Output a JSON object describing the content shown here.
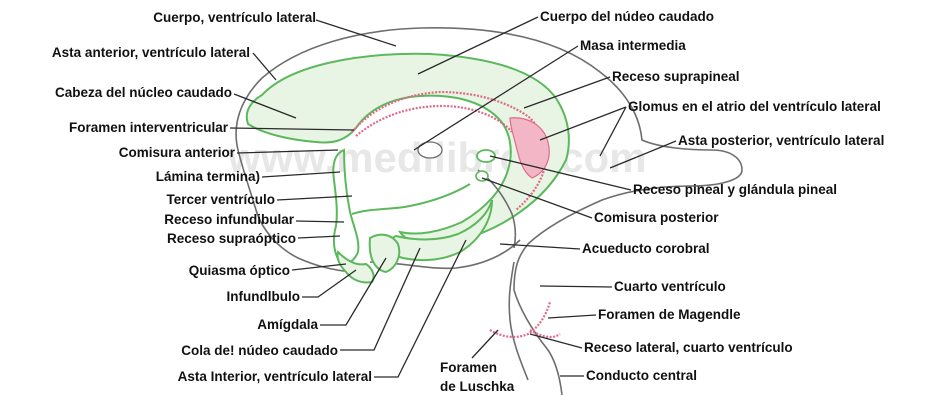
{
  "watermark": "www.medilibros.com",
  "labels_left": {
    "cuerpo_ventriculo_lateral": "Cuerpo, ventrículo lateral",
    "asta_anterior": "Asta anterior, ventrículo lateral",
    "cabeza_caudado": "Cabeza del núcleo caudado",
    "foramen_interventricular": "Foramen interventricular",
    "comisura_anterior": "Comisura anterior",
    "lamina_terminal": "Lámina termina)",
    "tercer_ventriculo": "Tercer ventrículo",
    "receso_infundibular": "Receso infundibular",
    "receso_supraoptico": "Receso supraóptico",
    "quiasma_optico": "Quiasma óptico",
    "infundibulo": "Infundlbulo",
    "amigdala": "Amígdala",
    "cola_caudado": "Cola de! núdeo caudado",
    "asta_inferior": "Asta Interior, ventrículo lateral"
  },
  "labels_right": {
    "cuerpo_nucleo_caudado": "Cuerpo del núdeo caudado",
    "masa_intermedia": "Masa intermedia",
    "receso_suprapineal": "Receso suprapineal",
    "glomus": "Glomus en el atrio del ventrículo lateral",
    "asta_posterior": "Asta posterior, ventrículo lateral",
    "receso_pineal": "Receso pineal y glándula pineal",
    "comisura_posterior": "Comisura posterior",
    "acueducto": "Acueducto corobral",
    "cuarto_ventriculo": "Cuarto ventrículo",
    "foramen_magendie": "Foramen de Magendle",
    "receso_lateral": "Receso lateral, cuarto ventrículo",
    "conducto_central": "Conducto central",
    "foramen_luschka_1": "Foramen",
    "foramen_luschka_2": "de Luschka"
  }
}
